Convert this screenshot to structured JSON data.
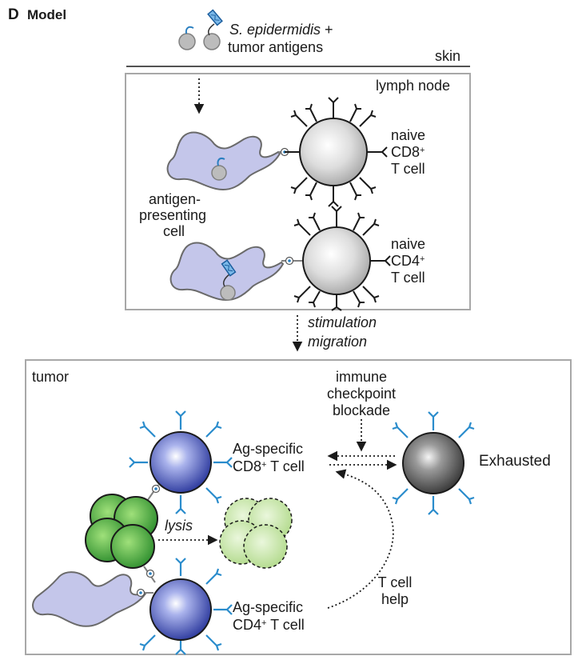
{
  "panel": {
    "letter": "D",
    "title": "Model"
  },
  "top": {
    "bacteria_label": "S. epidermidis",
    "bacteria_plus": " +",
    "antigens_label": "tumor antigens",
    "skin_label": "skin"
  },
  "lymph_node": {
    "label": "lymph node",
    "apc_label": [
      "antigen-",
      "presenting",
      "cell"
    ],
    "cd8": {
      "line1": "naive",
      "line2_pre": "CD8",
      "line2_sup": "+",
      "line3": "T cell"
    },
    "cd4": {
      "line1": "naive",
      "line2_pre": "CD4",
      "line2_sup": "+",
      "line3": "T cell"
    }
  },
  "transition": {
    "line1": "stimulation",
    "line2": "migration"
  },
  "tumor": {
    "label": "tumor",
    "checkpoint": [
      "immune",
      "checkpoint",
      "blockade"
    ],
    "cd8": {
      "line1": "Ag-specific",
      "line2_pre": "CD8",
      "line2_sup": "+",
      "line2_post": " T cell"
    },
    "cd4": {
      "line1": "Ag-specific",
      "line2_pre": "CD4",
      "line2_sup": "+",
      "line2_post": " T cell"
    },
    "exhausted": "Exhausted",
    "lysis": "lysis",
    "help": [
      "T cell",
      "help"
    ]
  },
  "colors": {
    "apc_fill": "#c4c6ea",
    "naive_cell": "#c8c8c8",
    "active_cell": "#3f4fb8",
    "exhausted_cell": "#555555",
    "receptor_blue": "#2a8ccc",
    "tumor_cell": "#3fa33f",
    "lysed_cell": "#c5e4a4",
    "frame": "#a8a8a8"
  }
}
